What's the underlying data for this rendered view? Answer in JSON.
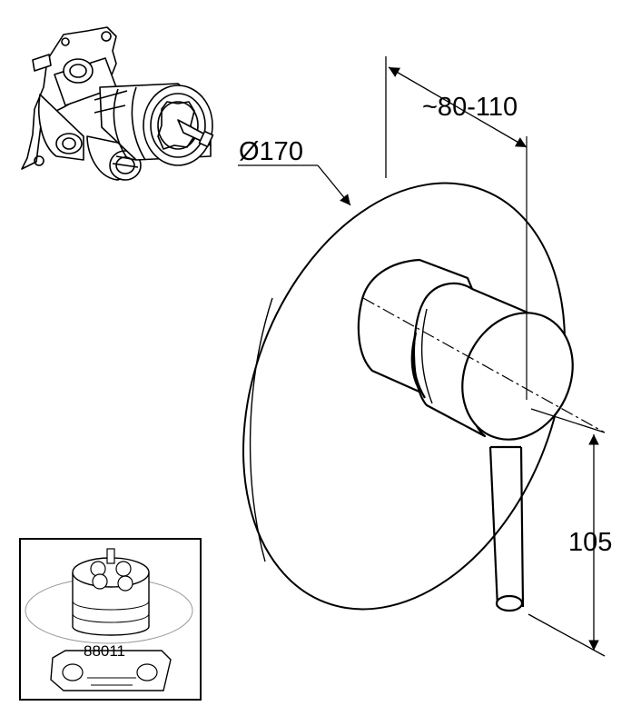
{
  "dimensions": {
    "diameter": "Ø170",
    "projection": "~80-110",
    "lever_height": "105"
  },
  "inset": {
    "part_number": "88011"
  }
}
